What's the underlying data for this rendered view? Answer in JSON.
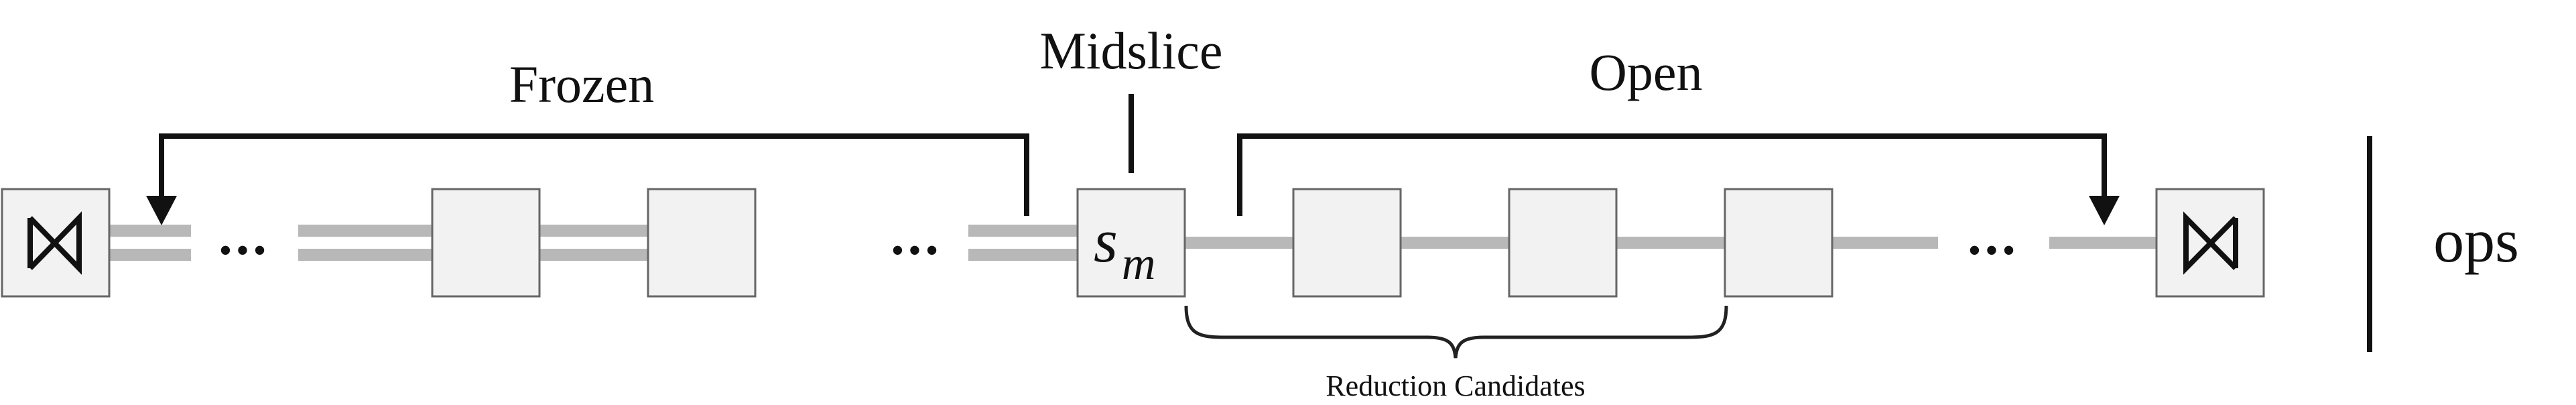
{
  "labels": {
    "frozen": "Frozen",
    "midslice": "Midslice",
    "open": "Open",
    "reduction_candidates": "Reduction Candidates",
    "ops": "ops"
  },
  "midslice_symbol": {
    "base": "s",
    "subscript": "m"
  },
  "ellipsis": "•••",
  "icons": {
    "start": "bowtie-left-icon",
    "end": "bowtie-right-icon"
  },
  "colors": {
    "box_fill": "#f2f2f2",
    "box_stroke": "#666666",
    "rail": "#b8b8b8",
    "ink": "#111111"
  }
}
